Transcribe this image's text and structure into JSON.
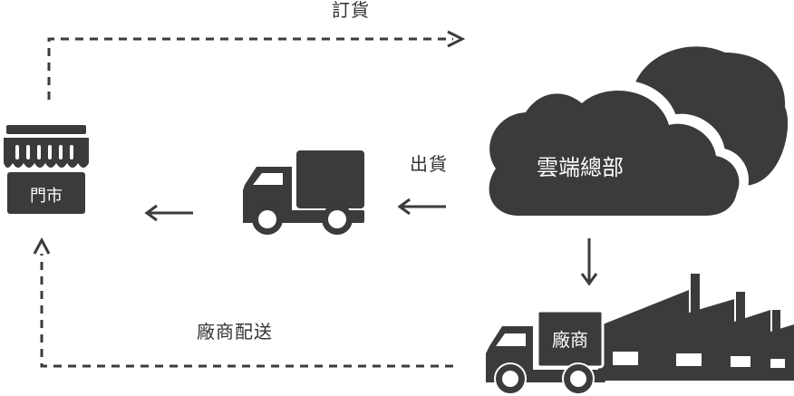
{
  "colors": {
    "icon": "#3b3b3b",
    "text": "#333333",
    "background": "#ffffff",
    "inverse_text": "#ffffff"
  },
  "nodes": {
    "store": {
      "label": "門市",
      "icon": "storefront-icon"
    },
    "delivery_truck": {
      "icon": "delivery-truck-icon"
    },
    "headquarters": {
      "label": "雲端總部",
      "icon": "cloud-icon"
    },
    "vendor": {
      "label": "廠商",
      "icon": "factory-truck-icon"
    }
  },
  "flows": {
    "order": {
      "label": "訂貨"
    },
    "ship": {
      "label": "出貨"
    },
    "vendor_delivery": {
      "label": "廠商配送"
    }
  }
}
